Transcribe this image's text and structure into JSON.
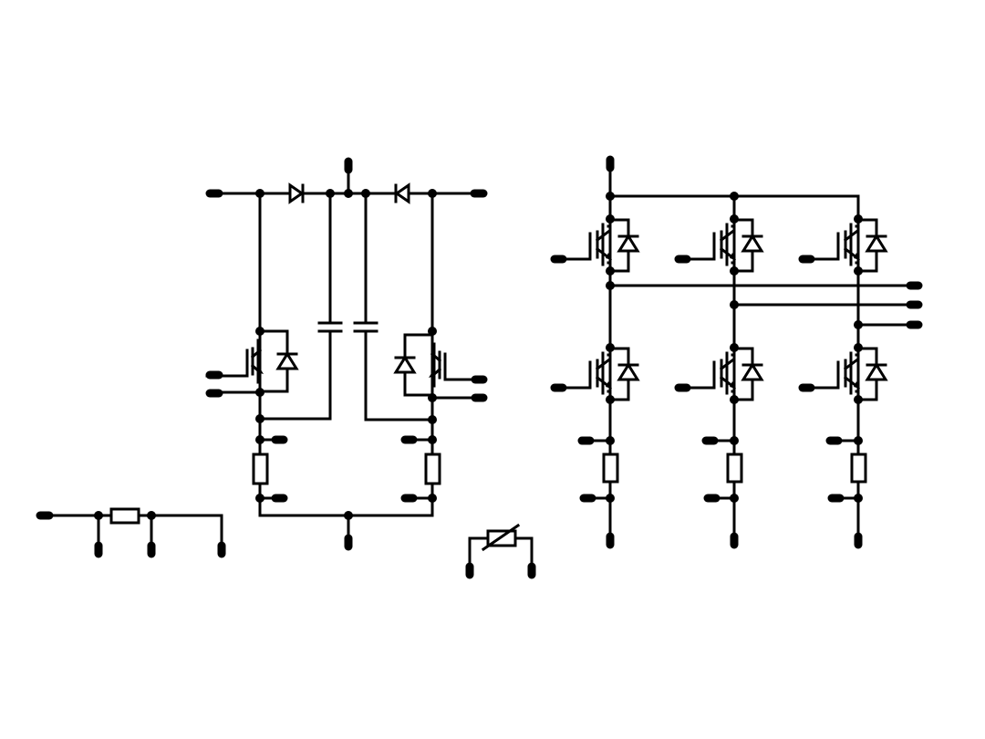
{
  "diagram": {
    "title": "",
    "colors": {
      "ink": "#000000",
      "paper": "#ffffff"
    },
    "groups": [
      {
        "name": "input-shunt-resistor"
      },
      {
        "name": "brake-chopper-half-bridges"
      },
      {
        "name": "ntc-thermistor"
      },
      {
        "name": "three-phase-inverter-bridge"
      }
    ]
  }
}
